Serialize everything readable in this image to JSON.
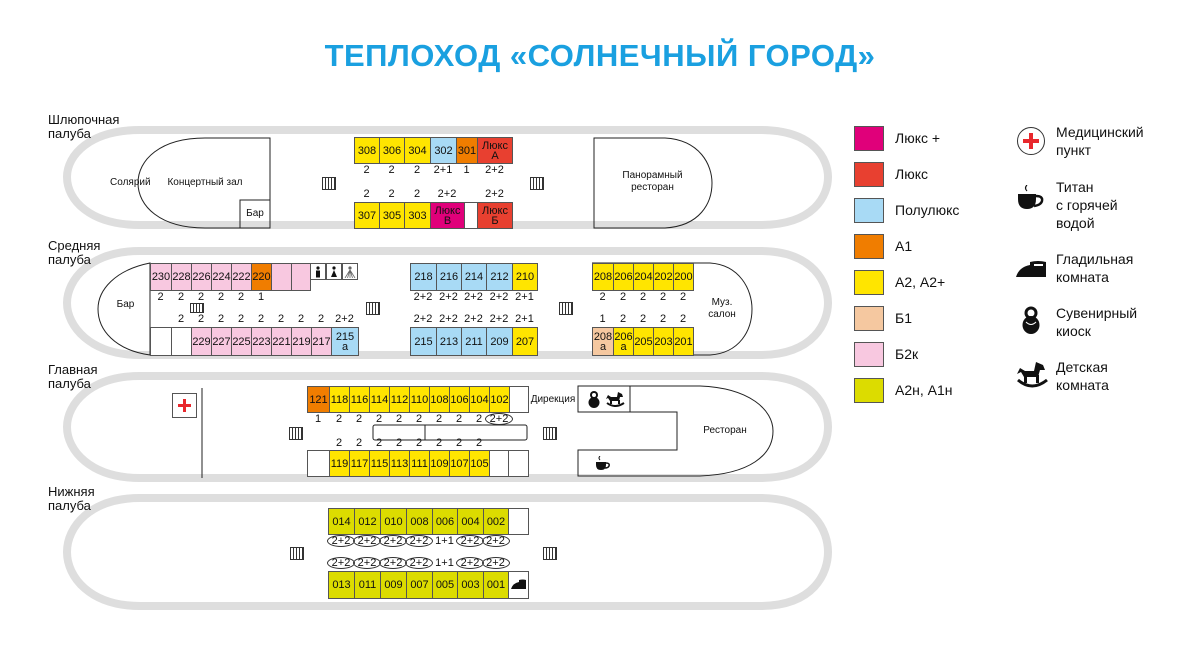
{
  "title": "ТЕПЛОХОД «СОЛНЕЧНЫЙ ГОРОД»",
  "colors": {
    "lux_plus": "#e0007a",
    "lux": "#e84030",
    "semi": "#a8daf5",
    "a1": "#f07d00",
    "a2": "#ffe500",
    "b1": "#f5c8a0",
    "b2k": "#f8c8e0",
    "a2n": "#dcdc00",
    "empty": "#ffffff",
    "title": "#1aa0e0"
  },
  "decks": [
    {
      "label": "Шлюпочная\nпалуба",
      "rooms": [
        "Солярий",
        "Концертный зал",
        "Бар",
        "Панорамный\nресторан"
      ],
      "rows": [
        {
          "id": "top",
          "cells": [
            {
              "n": "308",
              "c": "a2",
              "cap": "2"
            },
            {
              "n": "306",
              "c": "a2",
              "cap": "2"
            },
            {
              "n": "304",
              "c": "a2",
              "cap": "2"
            },
            {
              "n": "302",
              "c": "semi",
              "cap": "2+1"
            },
            {
              "n": "301",
              "c": "a1",
              "cap": "1"
            },
            {
              "n": "Люкс А",
              "c": "lux",
              "cap": "2+2"
            }
          ]
        },
        {
          "id": "bottom",
          "cells": [
            {
              "n": "307",
              "c": "a2",
              "cap": "2"
            },
            {
              "n": "305",
              "c": "a2",
              "cap": "2"
            },
            {
              "n": "303",
              "c": "a2",
              "cap": "2"
            },
            {
              "n": "Люкс В",
              "c": "lux_plus",
              "cap": "2+2"
            },
            {
              "n": "",
              "c": "empty"
            },
            {
              "n": "Люкс Б",
              "c": "lux",
              "cap": "2+2"
            }
          ]
        }
      ]
    },
    {
      "label": "Средняя\nпалуба",
      "rooms": [
        "Бар",
        "Муз.\nсалон"
      ],
      "rows": [
        {
          "id": "left_top",
          "cells": [
            {
              "n": "230",
              "c": "b2k",
              "cap": "2"
            },
            {
              "n": "228",
              "c": "b2k",
              "cap": "2"
            },
            {
              "n": "226",
              "c": "b2k",
              "cap": "2"
            },
            {
              "n": "224",
              "c": "b2k",
              "cap": "2"
            },
            {
              "n": "222",
              "c": "b2k",
              "cap": "2"
            },
            {
              "n": "220",
              "c": "a1",
              "cap": "1"
            },
            {
              "n": "",
              "c": "b2k"
            },
            {
              "n": "",
              "c": "b2k"
            }
          ]
        },
        {
          "id": "left_bottom",
          "cells": [
            {
              "n": "",
              "c": "empty"
            },
            {
              "n": "",
              "c": "empty",
              "cap": "2"
            },
            {
              "n": "229",
              "c": "b2k",
              "cap": "2"
            },
            {
              "n": "227",
              "c": "b2k",
              "cap": "2"
            },
            {
              "n": "225",
              "c": "b2k",
              "cap": "2"
            },
            {
              "n": "223",
              "c": "b2k",
              "cap": "2"
            },
            {
              "n": "221",
              "c": "b2k",
              "cap": "2"
            },
            {
              "n": "219",
              "c": "b2k",
              "cap": "2"
            },
            {
              "n": "217",
              "c": "b2k",
              "cap": "2"
            },
            {
              "n": "215 а",
              "c": "semi",
              "cap": "2+2"
            }
          ]
        },
        {
          "id": "mid_top",
          "cells": [
            {
              "n": "218",
              "c": "semi",
              "cap": "2+2"
            },
            {
              "n": "216",
              "c": "semi",
              "cap": "2+2"
            },
            {
              "n": "214",
              "c": "semi",
              "cap": "2+2"
            },
            {
              "n": "212",
              "c": "semi",
              "cap": "2+2"
            },
            {
              "n": "210",
              "c": "a2",
              "cap": "2+1"
            }
          ]
        },
        {
          "id": "mid_bottom",
          "cells": [
            {
              "n": "215",
              "c": "semi",
              "cap": "2+2"
            },
            {
              "n": "213",
              "c": "semi",
              "cap": "2+2"
            },
            {
              "n": "211",
              "c": "semi",
              "cap": "2+2"
            },
            {
              "n": "209",
              "c": "semi",
              "cap": "2+2"
            },
            {
              "n": "207",
              "c": "a2",
              "cap": "2+1"
            }
          ]
        },
        {
          "id": "right_top",
          "cells": [
            {
              "n": "208",
              "c": "a2",
              "cap": "2"
            },
            {
              "n": "206",
              "c": "a2",
              "cap": "2"
            },
            {
              "n": "204",
              "c": "a2",
              "cap": "2"
            },
            {
              "n": "202",
              "c": "a2",
              "cap": "2"
            },
            {
              "n": "200",
              "c": "a2",
              "cap": "2"
            }
          ]
        },
        {
          "id": "right_bottom",
          "cells": [
            {
              "n": "208 а",
              "c": "b1",
              "cap": "1"
            },
            {
              "n": "206 а",
              "c": "a2",
              "cap": "2"
            },
            {
              "n": "205",
              "c": "a2",
              "cap": "2"
            },
            {
              "n": "203",
              "c": "a2",
              "cap": "2"
            },
            {
              "n": "201",
              "c": "a2",
              "cap": "2"
            }
          ]
        }
      ]
    },
    {
      "label": "Главная\nпалуба",
      "rooms": [
        "Дирекция",
        "Ресторан"
      ],
      "rows": [
        {
          "id": "top",
          "cells": [
            {
              "n": "121",
              "c": "a1",
              "cap": "1"
            },
            {
              "n": "118",
              "c": "a2",
              "cap": "2"
            },
            {
              "n": "116",
              "c": "a2",
              "cap": "2"
            },
            {
              "n": "114",
              "c": "a2",
              "cap": "2"
            },
            {
              "n": "112",
              "c": "a2",
              "cap": "2"
            },
            {
              "n": "110",
              "c": "a2",
              "cap": "2"
            },
            {
              "n": "108",
              "c": "a2",
              "cap": "2"
            },
            {
              "n": "106",
              "c": "a2",
              "cap": "2"
            },
            {
              "n": "104",
              "c": "a2",
              "cap": "2"
            },
            {
              "n": "102",
              "c": "a2",
              "cap": "2+2",
              "o": true
            },
            {
              "n": "",
              "c": "empty"
            }
          ]
        },
        {
          "id": "bottom",
          "cells": [
            {
              "n": "",
              "c": "empty"
            },
            {
              "n": "119",
              "c": "a2",
              "cap": "2"
            },
            {
              "n": "117",
              "c": "a2",
              "cap": "2"
            },
            {
              "n": "115",
              "c": "a2",
              "cap": "2"
            },
            {
              "n": "113",
              "c": "a2",
              "cap": "2"
            },
            {
              "n": "111",
              "c": "a2",
              "cap": "2"
            },
            {
              "n": "109",
              "c": "a2",
              "cap": "2"
            },
            {
              "n": "107",
              "c": "a2",
              "cap": "2"
            },
            {
              "n": "105",
              "c": "a2",
              "cap": "2"
            },
            {
              "n": "",
              "c": "empty"
            },
            {
              "n": "",
              "c": "empty"
            }
          ]
        }
      ]
    },
    {
      "label": "Нижняя\nпалуба",
      "rooms": [],
      "rows": [
        {
          "id": "top",
          "cells": [
            {
              "n": "014",
              "c": "a2n",
              "cap": "2+2",
              "o": true
            },
            {
              "n": "012",
              "c": "a2n",
              "cap": "2+2",
              "o": true
            },
            {
              "n": "010",
              "c": "a2n",
              "cap": "2+2",
              "o": true
            },
            {
              "n": "008",
              "c": "a2n",
              "cap": "2+2",
              "o": true
            },
            {
              "n": "006",
              "c": "a2n",
              "cap": "1+1"
            },
            {
              "n": "004",
              "c": "a2n",
              "cap": "2+2",
              "o": true
            },
            {
              "n": "002",
              "c": "a2n",
              "cap": "2+2",
              "o": true
            },
            {
              "n": "",
              "c": "empty"
            }
          ]
        },
        {
          "id": "bottom",
          "cells": [
            {
              "n": "013",
              "c": "a2n",
              "cap": "2+2",
              "o": true
            },
            {
              "n": "011",
              "c": "a2n",
              "cap": "2+2",
              "o": true
            },
            {
              "n": "009",
              "c": "a2n",
              "cap": "2+2",
              "o": true
            },
            {
              "n": "007",
              "c": "a2n",
              "cap": "2+2",
              "o": true
            },
            {
              "n": "005",
              "c": "a2n",
              "cap": "1+1"
            },
            {
              "n": "003",
              "c": "a2n",
              "cap": "2+2",
              "o": true
            },
            {
              "n": "001",
              "c": "a2n",
              "cap": "2+2",
              "o": true
            },
            {
              "n": "",
              "c": "empty"
            }
          ]
        }
      ]
    }
  ],
  "legend": {
    "categories": [
      {
        "label": "Люкс +",
        "c": "lux_plus"
      },
      {
        "label": "Люкс",
        "c": "lux"
      },
      {
        "label": "Полулюкс",
        "c": "semi"
      },
      {
        "label": "А1",
        "c": "a1"
      },
      {
        "label": "А2, А2+",
        "c": "a2"
      },
      {
        "label": "Б1",
        "c": "b1"
      },
      {
        "label": "Б2к",
        "c": "b2k"
      },
      {
        "label": "А2н, А1н",
        "c": "a2n"
      }
    ],
    "facilities": [
      {
        "icon": "medical-cross-icon",
        "label": "Медицинский\nпункт"
      },
      {
        "icon": "cup-icon",
        "label": "Титан\nс горячей\nводой"
      },
      {
        "icon": "iron-icon",
        "label": "Гладильная\nкомната"
      },
      {
        "icon": "matryoshka-icon",
        "label": "Сувенирный\nкиоск"
      },
      {
        "icon": "rocking-horse-icon",
        "label": "Детская\nкомната"
      }
    ]
  }
}
